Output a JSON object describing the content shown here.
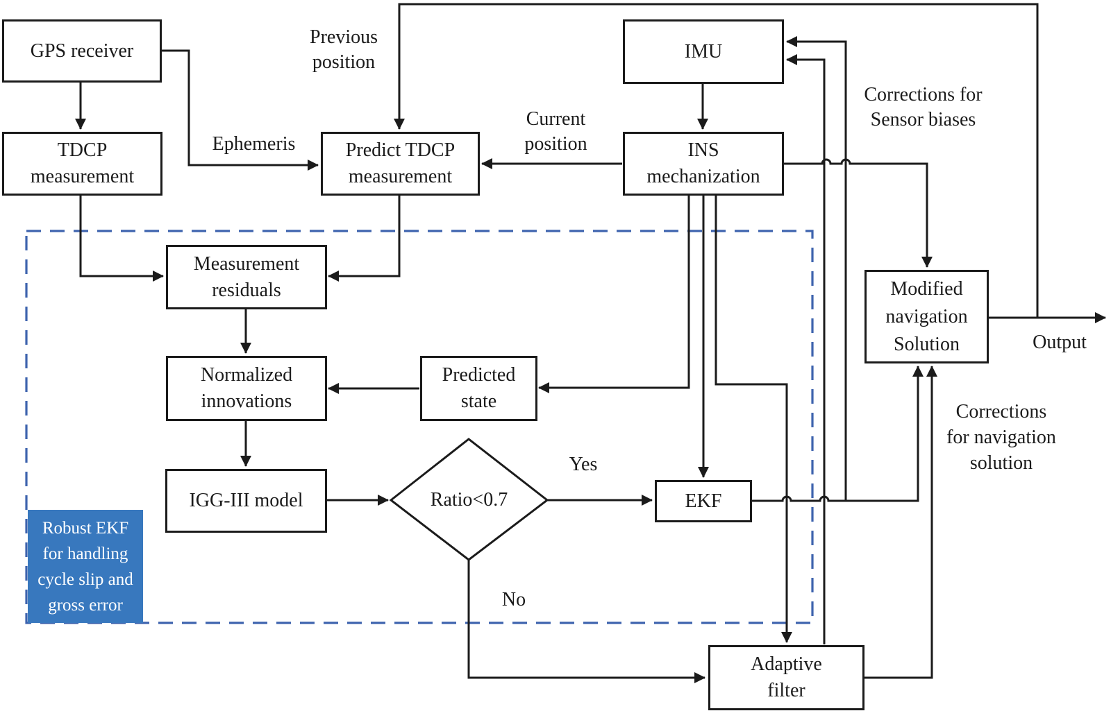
{
  "colors": {
    "line": "#1b1b1b",
    "dashed_region": "#3e63ae",
    "annotation_fill": "#3878be",
    "annotation_text": "#ffffff",
    "box_fill": "#ffffff"
  },
  "boxes": {
    "gps": {
      "lines": [
        "GPS receiver"
      ]
    },
    "tdcp": {
      "lines": [
        "TDCP",
        "measurement"
      ]
    },
    "predict_tdcp": {
      "lines": [
        "Predict TDCP",
        "measurement"
      ]
    },
    "imu": {
      "lines": [
        "IMU"
      ]
    },
    "ins": {
      "lines": [
        "INS",
        "mechanization"
      ]
    },
    "measurement_residuals": {
      "lines": [
        "Measurement",
        "residuals"
      ]
    },
    "normalized_innovations": {
      "lines": [
        "Normalized",
        "innovations"
      ]
    },
    "predicted_state": {
      "lines": [
        "Predicted",
        "state"
      ]
    },
    "igg_model": {
      "lines": [
        "IGG-III model"
      ]
    },
    "ekf": {
      "lines": [
        "EKF"
      ]
    },
    "modified_nav": {
      "lines": [
        "Modified",
        "navigation",
        "Solution"
      ]
    },
    "adaptive_filter": {
      "lines": [
        "Adaptive",
        "filter"
      ]
    }
  },
  "decision": {
    "label": "Ratio<0.7"
  },
  "labels": {
    "previous_position": {
      "lines": [
        "Previous",
        "position"
      ]
    },
    "ephemeris": "Ephemeris",
    "current_position": {
      "lines": [
        "Current",
        "position"
      ]
    },
    "corrections_sensor": {
      "lines": [
        "Corrections for",
        "Sensor biases"
      ]
    },
    "yes": "Yes",
    "no": "No",
    "output": "Output",
    "corrections_nav": {
      "lines": [
        "Corrections",
        "for navigation",
        "solution"
      ]
    }
  },
  "annotation": {
    "lines": [
      "Robust EKF",
      "for handling",
      "cycle slip and",
      "gross error"
    ]
  }
}
